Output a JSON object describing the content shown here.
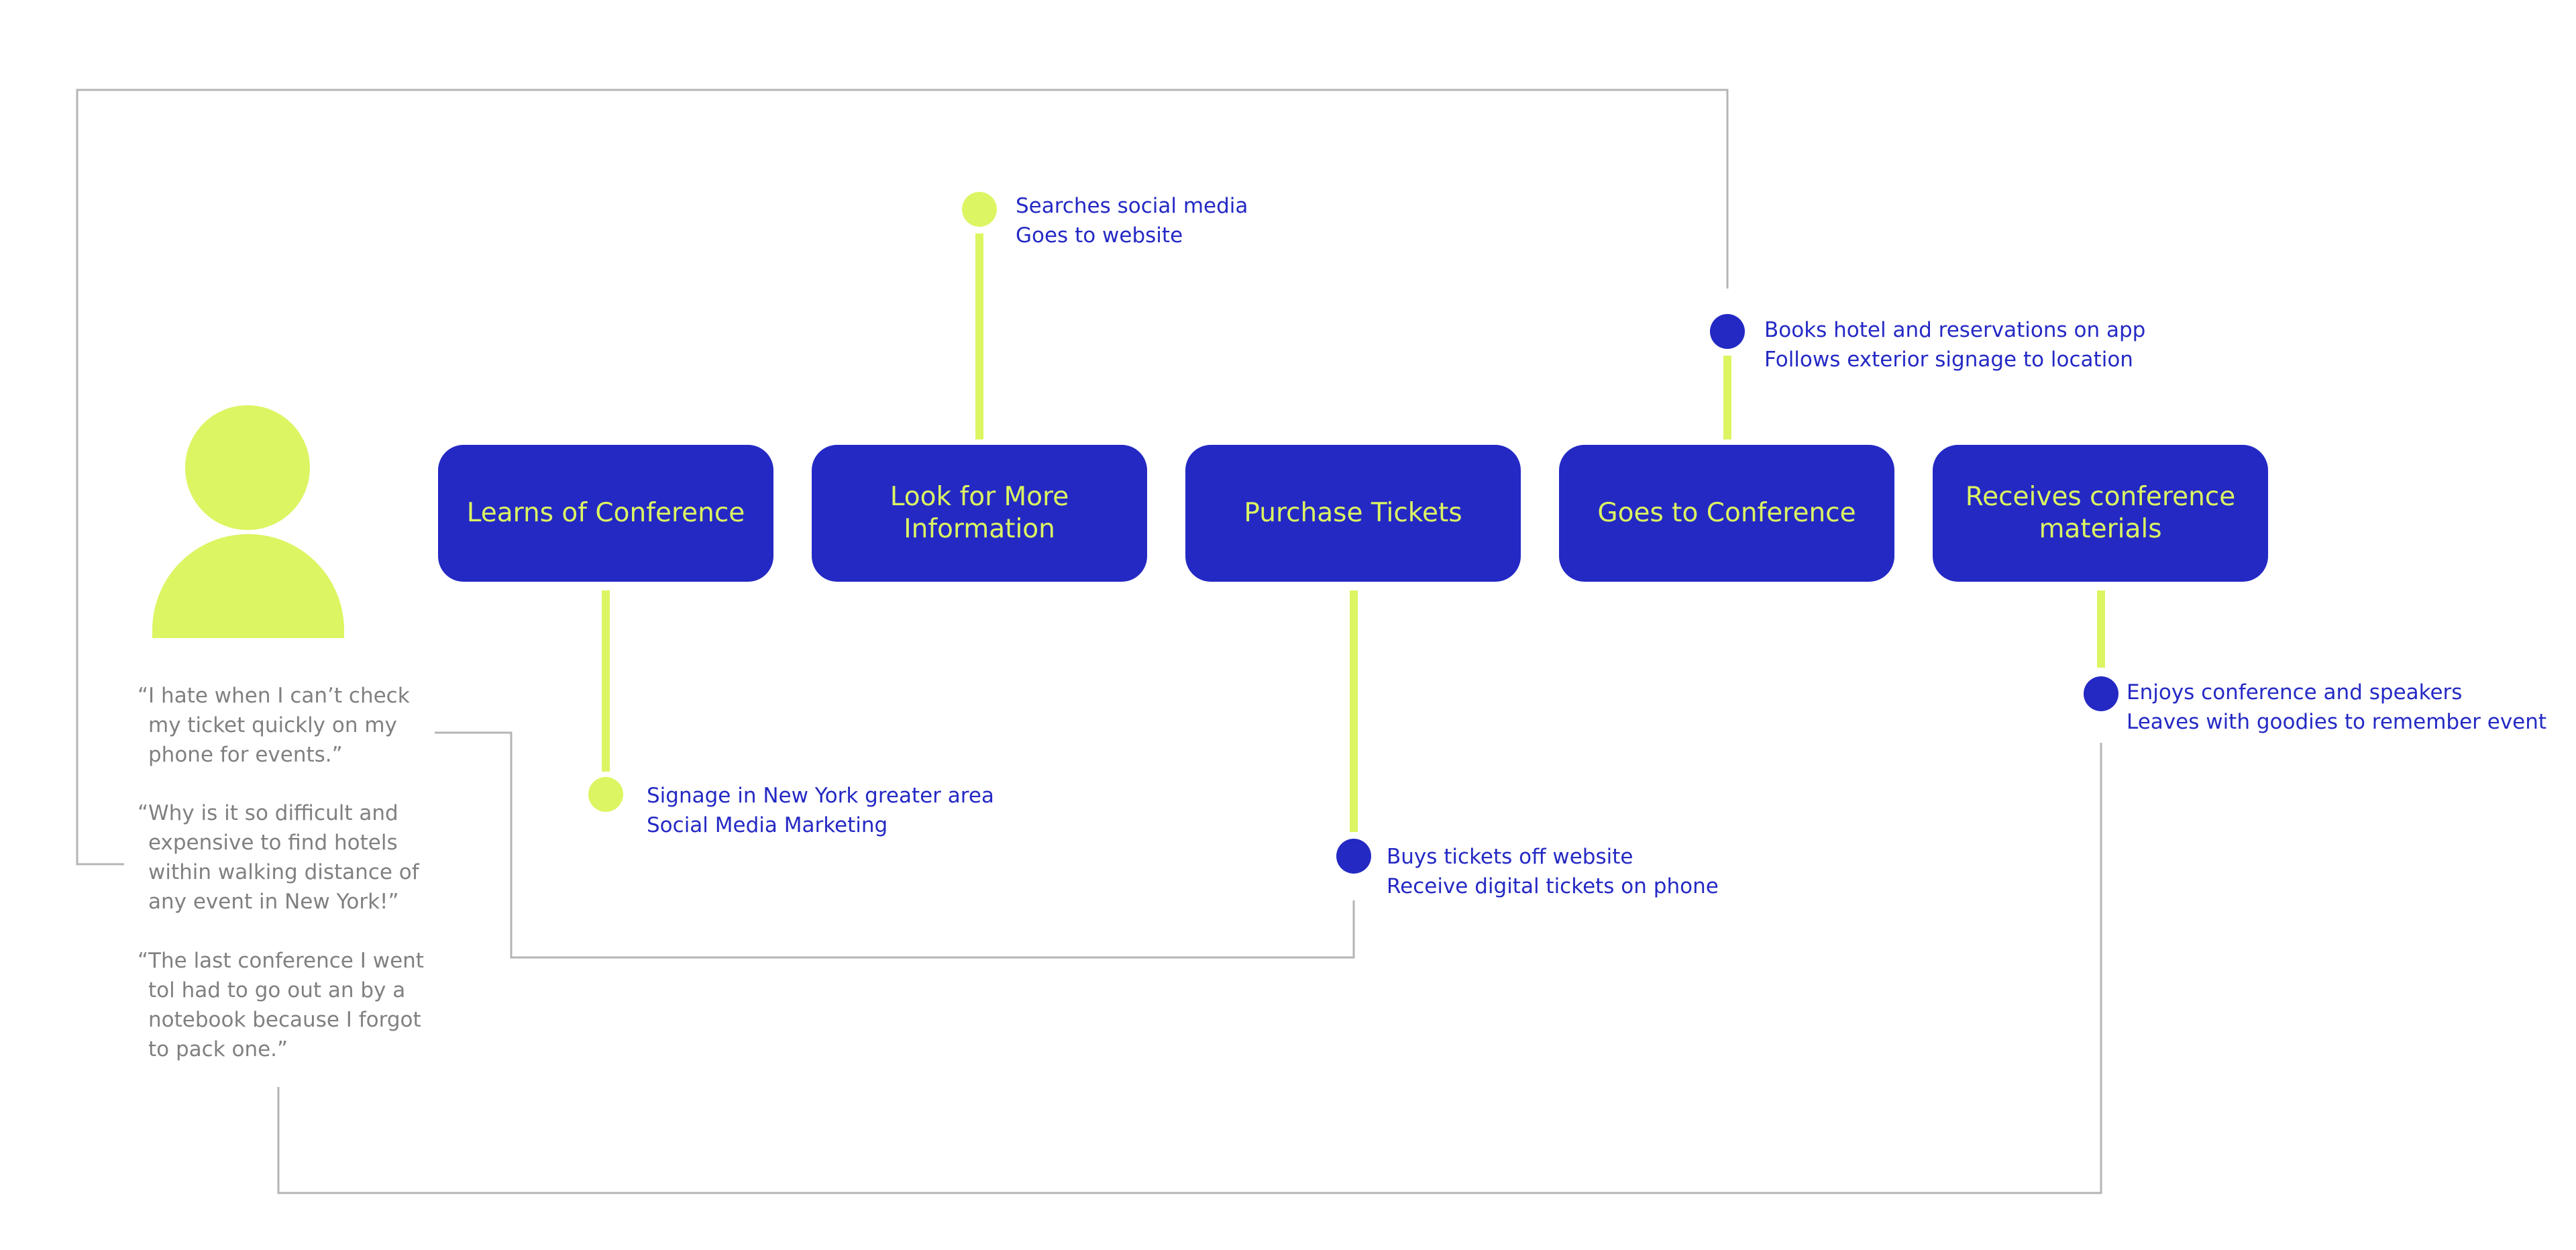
{
  "colors": {
    "primary": "#2429c4",
    "accent": "#dcf562",
    "quote_text": "#808080",
    "connector": "#b5b5b5"
  },
  "persona": {
    "icon": "user-icon",
    "quotes": [
      [
        "“I hate when I can’t check",
        "my ticket quickly on my",
        "phone for events.”"
      ],
      [
        "“Why is it so difficult and",
        "expensive to find hotels",
        "within walking distance of",
        "any event in New York!”"
      ],
      [
        "“The last conference I went",
        "tol had to go out an by a",
        "notebook because I forgot",
        "to pack one.”"
      ]
    ]
  },
  "stages": [
    {
      "label": "Learns of Conference"
    },
    {
      "label": "Look for More\nInformation"
    },
    {
      "label": "Purchase Tickets"
    },
    {
      "label": "Goes to Conference"
    },
    {
      "label": "Receives conference\nmaterials"
    }
  ],
  "touchpoints": [
    {
      "lines": [
        "Signage in New York greater area",
        "Social Media Marketing"
      ]
    },
    {
      "lines": [
        "Searches social media",
        "Goes to website"
      ]
    },
    {
      "lines": [
        "Buys tickets off website",
        "Receive digital tickets on phone"
      ]
    },
    {
      "lines": [
        "Books hotel and reservations on app",
        "Follows exterior signage to location"
      ]
    },
    {
      "lines": [
        "Enjoys conference and speakers",
        "Leaves with goodies to remember event"
      ]
    }
  ]
}
